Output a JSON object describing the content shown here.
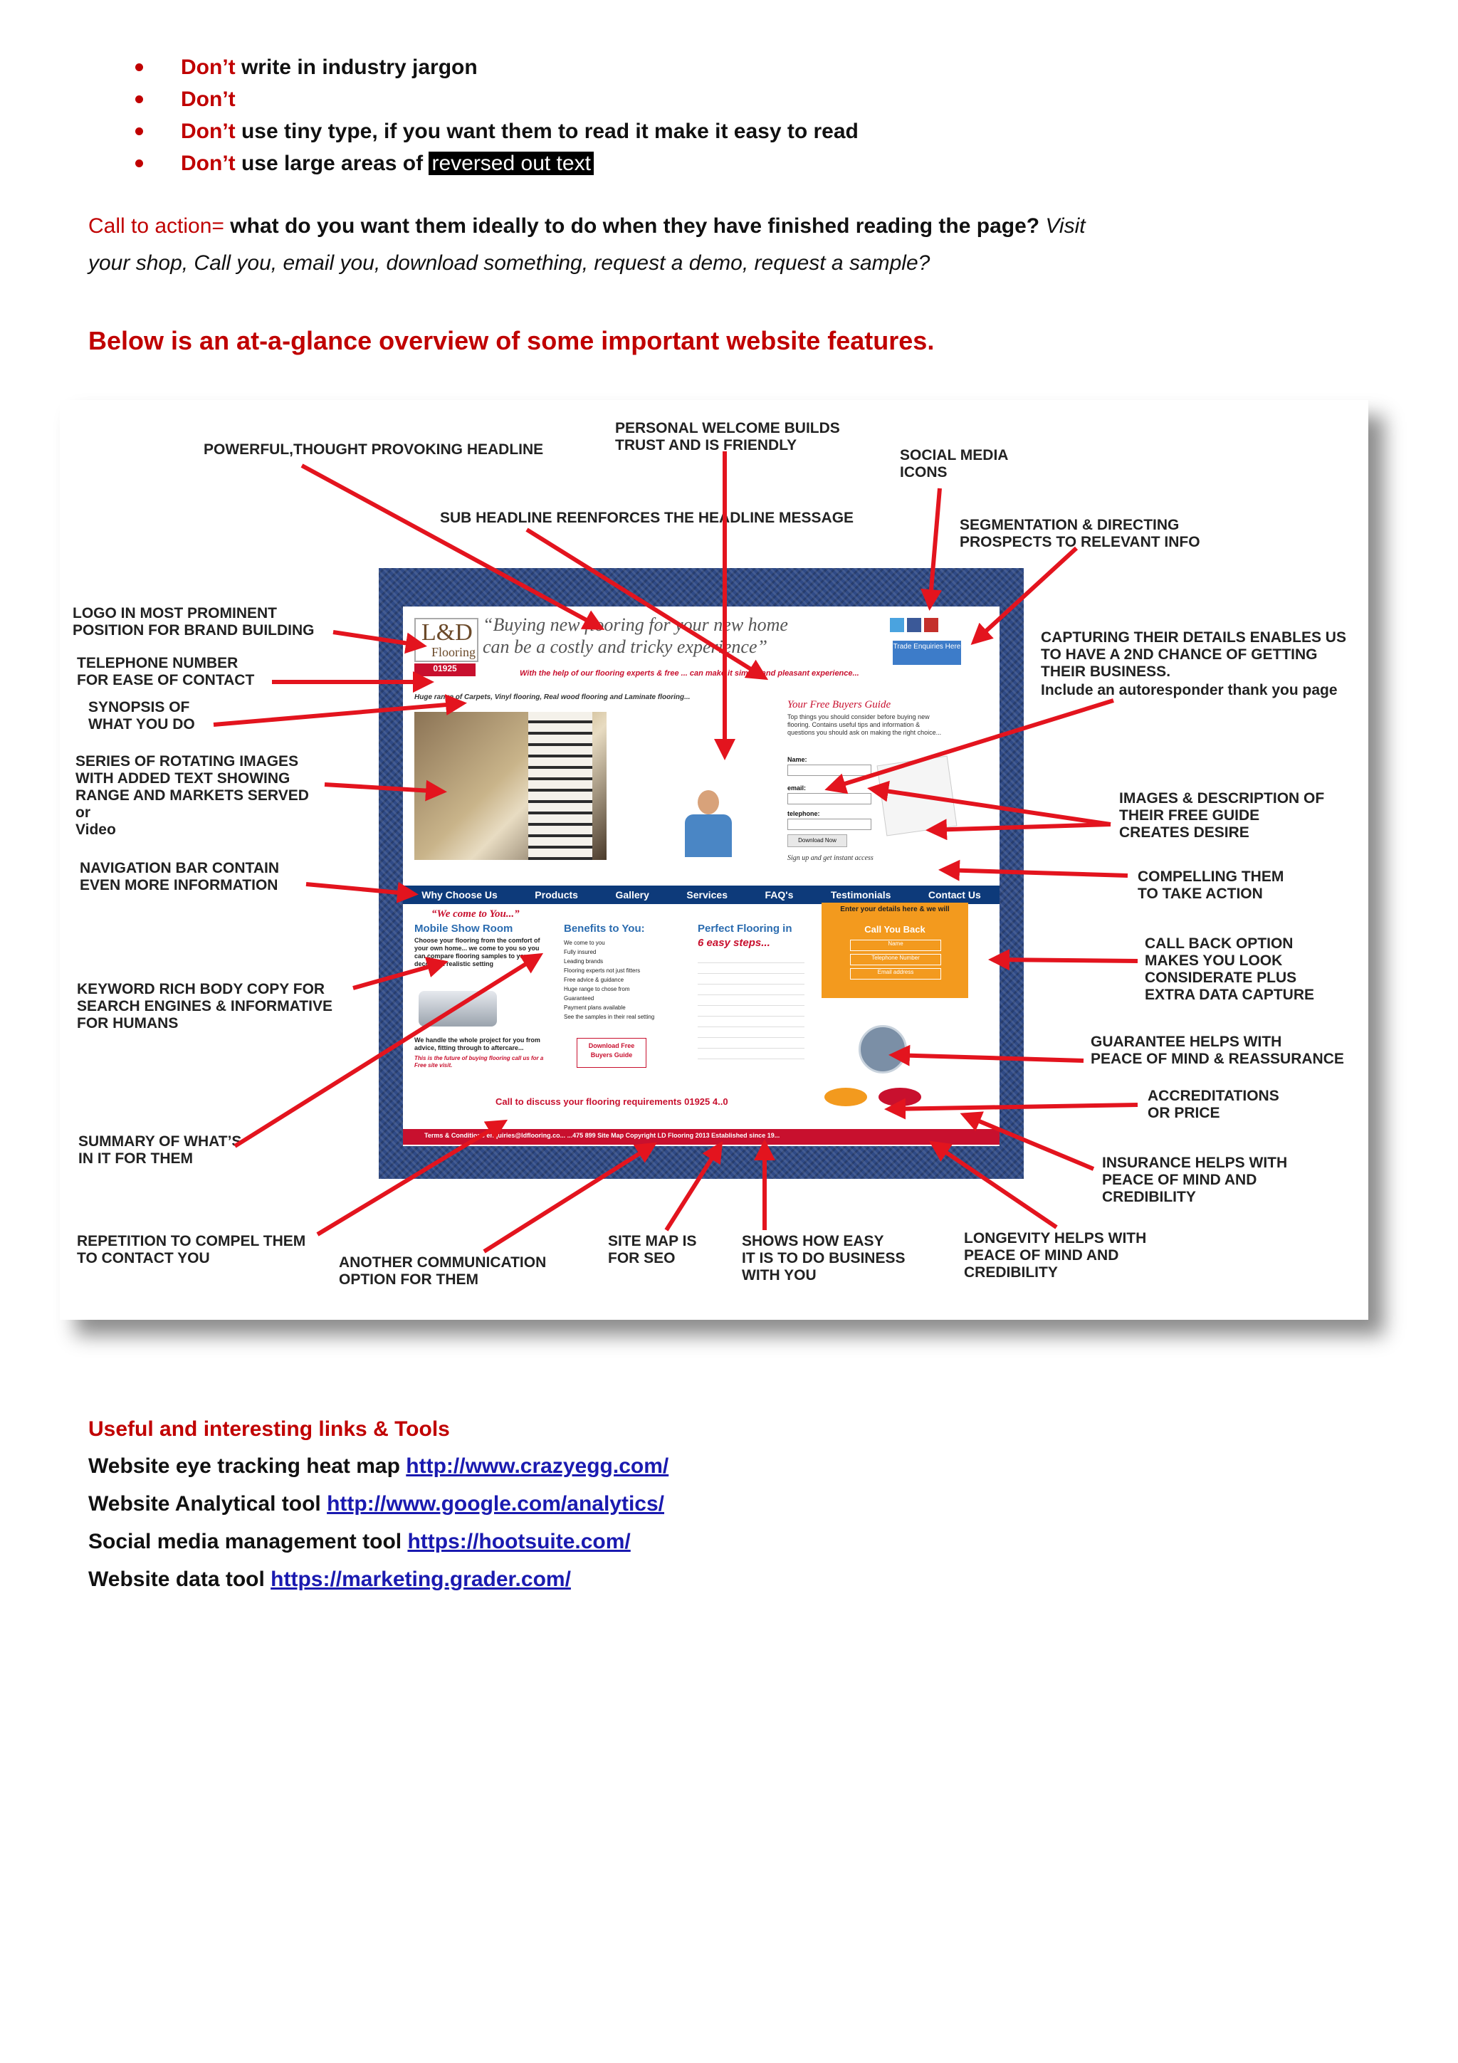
{
  "bullets": [
    {
      "emph": "Don’t",
      "rest": " write in industry jargon"
    },
    {
      "emph": "Don’t",
      "rest": ""
    },
    {
      "emph": "Don’t",
      "rest": " use tiny type, if you want them to read it make it easy to read"
    },
    {
      "emph": "Don’t",
      "rest": " use large areas of ",
      "highlight": "reversed out text"
    }
  ],
  "cta": {
    "label": "Call to action=",
    "question": " what do you want them ideally to do when they have finished reading the page?",
    "examples_line1": " Visit",
    "examples_line2": "your shop, Call you, email you, download something, request a demo, request a sample?"
  },
  "heading": "Below is an at-a-glance overview of some important website features.",
  "figure": {
    "labels": {
      "headline": "POWERFUL,THOUGHT PROVOKING HEADLINE",
      "welcome": "PERSONAL WELCOME BUILDS\nTRUST AND IS FRIENDLY",
      "social": "SOCIAL MEDIA\nICONS",
      "subheadline": "SUB HEADLINE REENFORCES THE HEADLINE MESSAGE",
      "segmentation": "SEGMENTATION & DIRECTING\nPROSPECTS TO RELEVANT INFO",
      "logo": "LOGO IN MOST PROMINENT\nPOSITION FOR BRAND BUILDING",
      "capture": "CAPTURING THEIR DETAILS ENABLES US\nTO HAVE A 2ND CHANCE OF GETTING\nTHEIR BUSINESS.",
      "autoresponder": "Include an autoresponder thank you page",
      "telephone": "TELEPHONE NUMBER\nFOR EASE OF CONTACT",
      "synopsis": "SYNOPSIS OF\nWHAT YOU DO",
      "rotating": "SERIES OF ROTATING IMAGES\nWITH ADDED TEXT SHOWING\nRANGE AND MARKETS SERVED\nor\nVideo",
      "images_desc": "IMAGES & DESCRIPTION OF\nTHEIR FREE GUIDE\nCREATES DESIRE",
      "navigation": "NAVIGATION BAR CONTAIN\nEVEN MORE INFORMATION",
      "compelling": "COMPELLING THEM\nTO TAKE ACTION",
      "callback": "CALL BACK OPTION\nMAKES YOU LOOK\nCONSIDERATE PLUS\nEXTRA DATA CAPTURE",
      "keyword": "KEYWORD RICH BODY COPY FOR\nSEARCH ENGINES & INFORMATIVE\nFOR HUMANS",
      "guarantee": "GUARANTEE HELPS WITH\nPEACE OF MIND & REASSURANCE",
      "accreditations": "ACCREDITATIONS\nOR PRICE",
      "summary": "SUMMARY OF WHAT’S\nIN IT FOR THEM",
      "insurance": "INSURANCE HELPS WITH\nPEACE OF MIND AND\nCREDIBILITY",
      "repetition": "REPETITION TO COMPEL THEM\nTO CONTACT YOU",
      "another": "ANOTHER COMMUNICATION\nOPTION FOR THEM",
      "sitemap": "SITE MAP IS\nFOR SEO",
      "easy": "SHOWS HOW EASY\nIT IS TO DO BUSINESS\nWITH YOU",
      "longevity": "LONGEVITY HELPS WITH\nPEACE OF MIND AND\nCREDIBILITY"
    },
    "site": {
      "logo_text": "L&D",
      "logo_sub": "Flooring",
      "phone": "01925",
      "headline": "“Buying new flooring for your new home\ncan be a costly and tricky experience”",
      "subline": "With the help of our flooring experts & free ... can make it simple and pleasant experience...",
      "synopsis": "Huge range of Carpets, Vinyl flooring, Real wood flooring and Laminate flooring...",
      "guide_title": "Your Free Buyers Guide",
      "guide_text": "Top things you should consider before buying new flooring. Contains useful tips and information & questions you should ask on making the right choice...",
      "field_name": "Name:",
      "field_email": "email:",
      "field_phone": "telephone:",
      "download": "Download Now",
      "signup": "Sign up and get instant access",
      "trade": "Trade Enquiries Here",
      "nav": [
        "Why Choose Us",
        "Products",
        "Gallery",
        "Services",
        "FAQ's",
        "Testimonials",
        "Contact Us"
      ],
      "welcome": "“We come to You...”",
      "col1_title": "Mobile Show Room",
      "col1_text": "Choose your flooring from the comfort of your own home... we come to you so you can compare flooring samples to your decor in a realistic setting",
      "col1_text2": "We handle the whole project for you from advice, fitting through to aftercare...",
      "col1_italic": "This is the future of buying flooring call us for a Free site visit.",
      "col2_title": "Benefits to You:",
      "col2_items": [
        "We come to you",
        "Fully insured",
        "Leading brands",
        "Flooring experts not just fitters",
        "Free advice & guidance",
        "Huge range to chose from",
        "Guaranteed",
        "Payment plans available",
        "See the samples in their real setting"
      ],
      "col2_button": "Download Free Buyers Guide",
      "col3_title": "Perfect Flooring in",
      "col3_steps": "6 easy steps...",
      "callback_title": "Enter your details here & we will",
      "callback_btn": "Call You Back",
      "cb_name": "Name",
      "cb_phone": "Telephone Number",
      "cb_email": "Email address",
      "call_line": "Call to discuss your flooring requirements 01925 4..0",
      "footer": "Terms & Conditions   enquiries@ldflooring.co...   ...475 899   Site Map   Copyright LD Flooring 2013   Established since 19..."
    }
  },
  "links": {
    "title": "Useful and interesting links & Tools",
    "items": [
      {
        "label": "Website eye tracking heat map   ",
        "url": "http://www.crazyegg.com/"
      },
      {
        "label": "Website Analytical tool  ",
        "url": "http://www.google.com/analytics/"
      },
      {
        "label": "Social media management tool ",
        "url": "https://hootsuite.com/"
      },
      {
        "label": "Website data tool ",
        "url": "https://marketing.grader.com/"
      }
    ]
  }
}
